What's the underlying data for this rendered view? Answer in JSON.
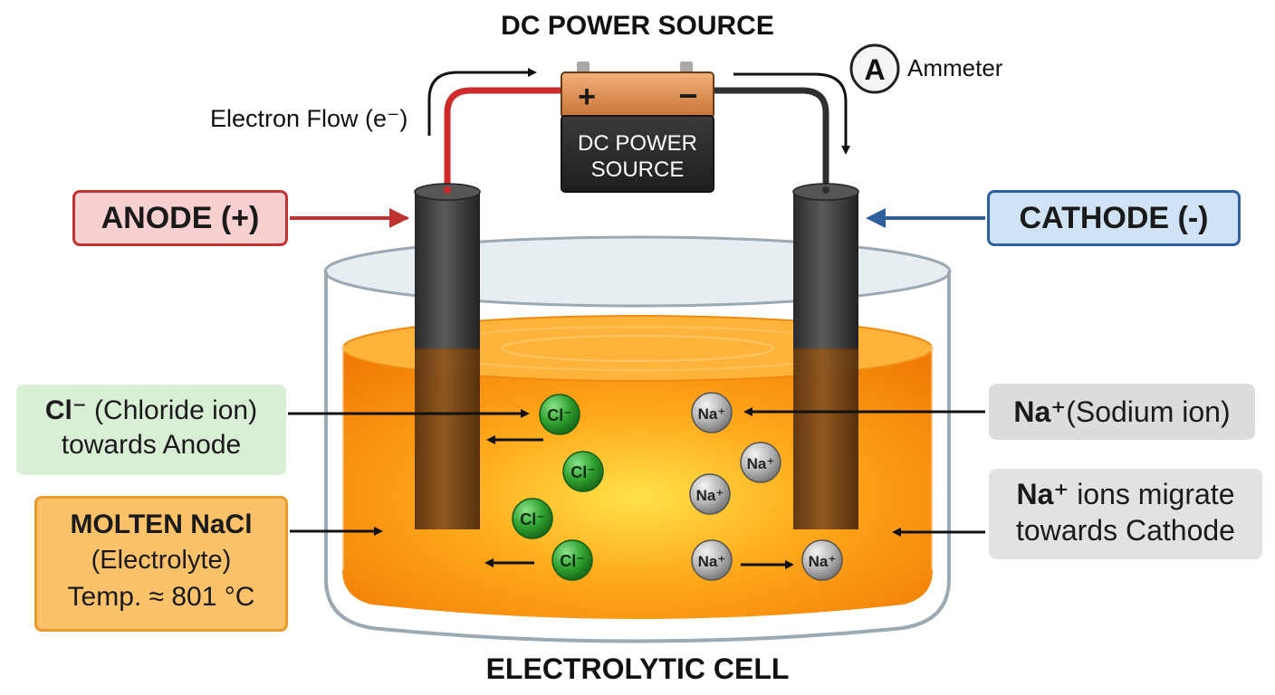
{
  "title": "DC POWER SOURCE",
  "battery": {
    "plus": "+",
    "minus": "−",
    "line1": "DC POWER",
    "line2": "SOURCE"
  },
  "ammeter": {
    "symbol": "A",
    "label": "Ammeter"
  },
  "electron_flow": "Electron Flow (e⁻)",
  "anode_label": "ANODE (+)",
  "cathode_label": "CATHODE (-)",
  "chloride": {
    "ion": "Cl⁻",
    "rest": " (Chloride ion)",
    "line2": "towards Anode"
  },
  "sodium": {
    "ion": "Na⁺",
    "rest": " (Sodium ion)"
  },
  "sodium_migrate": {
    "ion": "Na⁺",
    "rest": " ions migrate",
    "line2": "towards Cathode"
  },
  "electrolyte": {
    "line1": "MOLTEN NaCl",
    "line2": "(Electrolyte)",
    "line3": "Temp. ≈ 801 °C"
  },
  "bottom_title": "ELECTROLYTIC CELL",
  "ion_cl": "Cl⁻",
  "ion_na": "Na⁺",
  "colors": {
    "anode_red": "#c0322f",
    "cathode_blue": "#2e5f9e",
    "molten_orange": "#ff8a12",
    "chloride_green": "#2fa02f",
    "sodium_gray": "#a9a9a9"
  }
}
